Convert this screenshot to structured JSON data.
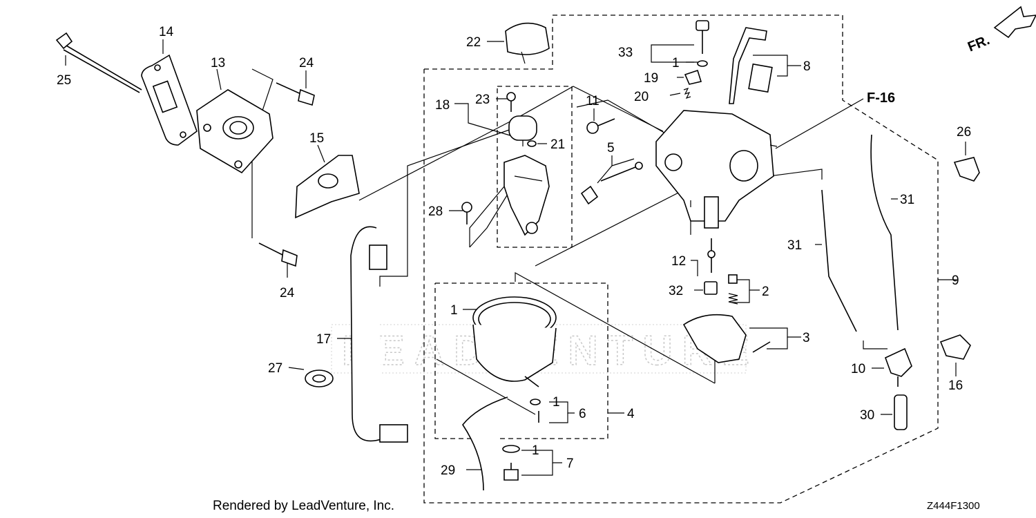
{
  "diagram": {
    "direction_label": "FR.",
    "reference_label": "F-16",
    "credit": "Rendered by LeadVenture, Inc.",
    "diagram_code": "Z444F1300",
    "watermark": "LEADVENTURE",
    "callouts": {
      "c14": "14",
      "c25": "25",
      "c13": "13",
      "c24a": "24",
      "c24b": "24",
      "c15": "15",
      "c22": "22",
      "c18": "18",
      "c23": "23",
      "c21": "21",
      "c28": "28",
      "c11": "11",
      "c5": "5",
      "c33": "33",
      "c1a": "1",
      "c19": "19",
      "c20": "20",
      "c8": "8",
      "c26": "26",
      "c31a": "31",
      "c31b": "31",
      "c9": "9",
      "c12": "12",
      "c32": "32",
      "c2": "2",
      "c3": "3",
      "c10": "10",
      "c16": "16",
      "c30": "30",
      "c1b": "1",
      "c17": "17",
      "c27": "27",
      "c1c": "1",
      "c6": "6",
      "c4": "4",
      "c1d": "1",
      "c7": "7",
      "c29": "29"
    }
  }
}
